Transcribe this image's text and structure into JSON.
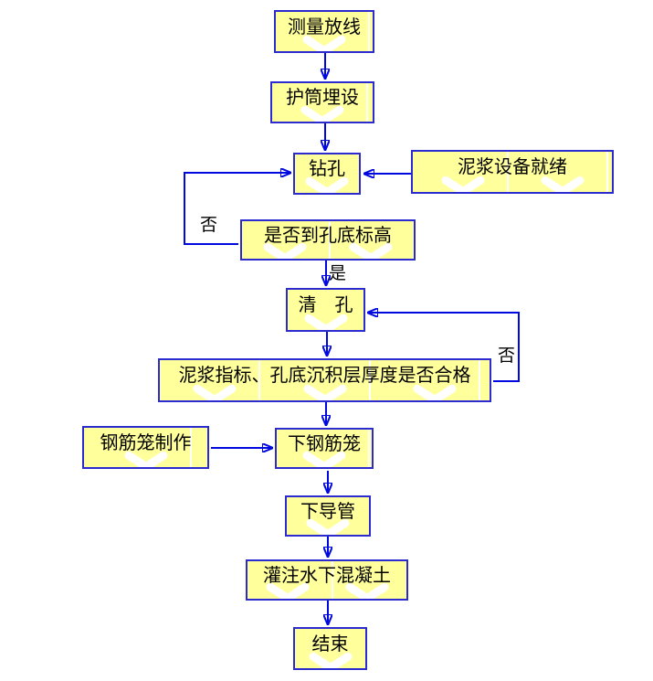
{
  "diagram": {
    "type": "flowchart",
    "nodes": [
      {
        "id": "survey",
        "label": "测量放线"
      },
      {
        "id": "casing",
        "label": "护筒埋设"
      },
      {
        "id": "drilling",
        "label": "钻孔"
      },
      {
        "id": "mud-equipment",
        "label": "泥浆设备就绪"
      },
      {
        "id": "depth-check",
        "label": "是否到孔底标高"
      },
      {
        "id": "hole-cleaning",
        "label": "清　孔"
      },
      {
        "id": "mud-quality-check",
        "label": "泥浆指标、孔底沉积层厚度是否合格"
      },
      {
        "id": "cage-fabrication",
        "label": "钢筋笼制作"
      },
      {
        "id": "cage-lowering",
        "label": "下钢筋笼"
      },
      {
        "id": "tremie-pipe",
        "label": "下导管"
      },
      {
        "id": "concrete-pouring",
        "label": "灌注水下混凝土"
      },
      {
        "id": "end",
        "label": "结束"
      }
    ],
    "edges": [
      {
        "from": "survey",
        "to": "casing",
        "label": ""
      },
      {
        "from": "casing",
        "to": "drilling",
        "label": ""
      },
      {
        "from": "mud-equipment",
        "to": "drilling",
        "label": ""
      },
      {
        "from": "depth-check",
        "to": "drilling",
        "label": "否"
      },
      {
        "from": "depth-check",
        "to": "hole-cleaning",
        "label": "是"
      },
      {
        "from": "hole-cleaning",
        "to": "mud-quality-check",
        "label": ""
      },
      {
        "from": "mud-quality-check",
        "to": "hole-cleaning",
        "label": "否"
      },
      {
        "from": "mud-quality-check",
        "to": "cage-lowering",
        "label": ""
      },
      {
        "from": "cage-fabrication",
        "to": "cage-lowering",
        "label": ""
      },
      {
        "from": "cage-lowering",
        "to": "tremie-pipe",
        "label": ""
      },
      {
        "from": "tremie-pipe",
        "to": "concrete-pouring",
        "label": ""
      },
      {
        "from": "concrete-pouring",
        "to": "end",
        "label": ""
      }
    ],
    "colors": {
      "box_fill": "#ffff9c",
      "box_border": "#2b2bd0",
      "arrow": "#0008e0",
      "text": "#000000"
    }
  }
}
